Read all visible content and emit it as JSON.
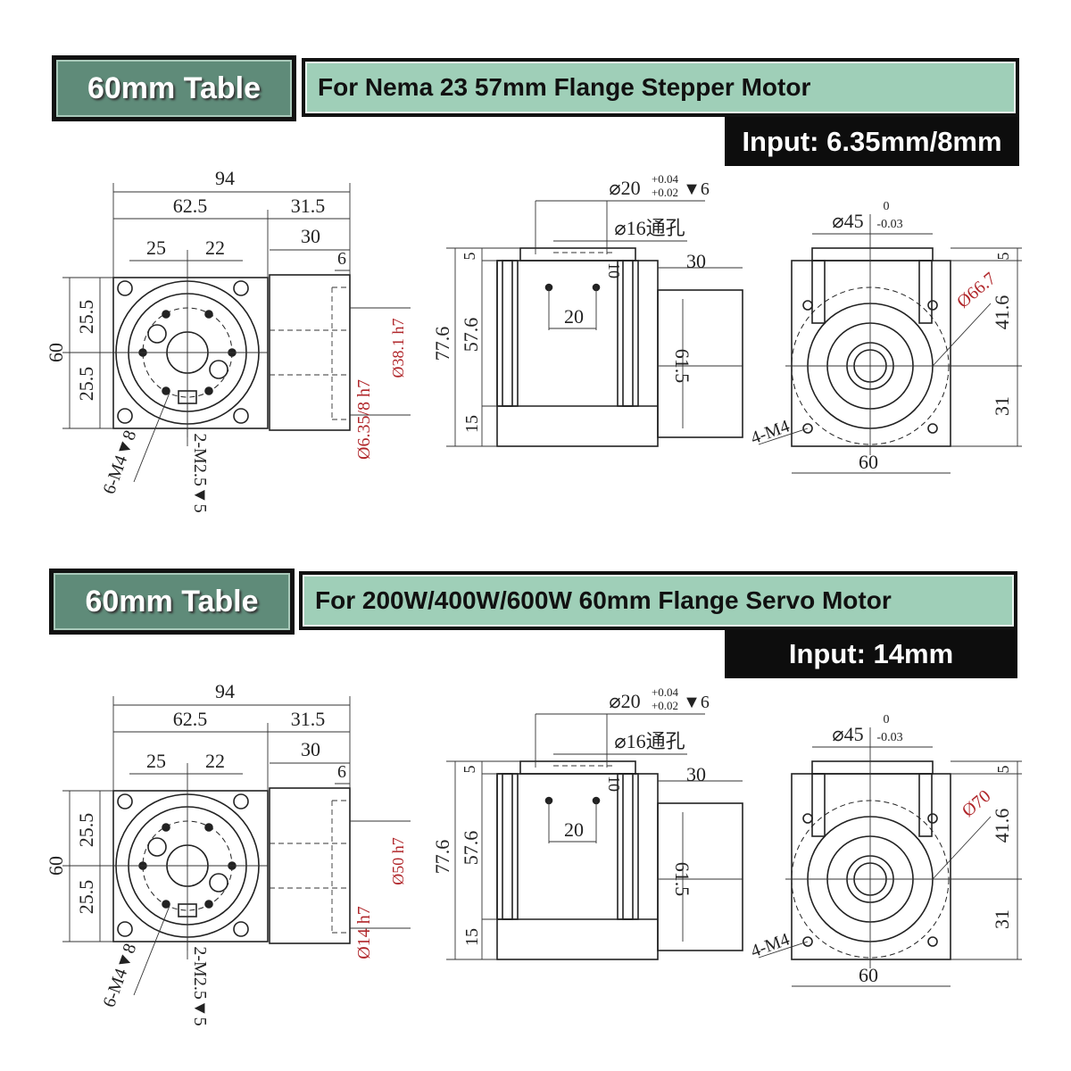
{
  "colors": {
    "badge": "#5f8b79",
    "title_bg": "#9fcfb8",
    "input_bg": "#0d0d0d",
    "dimension_red": "#b0262a"
  },
  "panels": [
    {
      "badge": "60mm Table",
      "title": "For Nema 23 57mm Flange Stepper Motor",
      "input": "Input: 6.35mm/8mm",
      "left_view": {
        "d94": "94",
        "d62_5": "62.5",
        "d31_5": "31.5",
        "d30": "30",
        "d6": "6",
        "d25": "25",
        "d22": "22",
        "d25_5a": "25.5",
        "d25_5b": "25.5",
        "d60": "60",
        "holes_a": "6-M4▼8",
        "holes_b": "2-M2.5▼5",
        "red_outer": "Ø38.1 h7",
        "red_shaft": "Ø6.35/8 h7"
      },
      "side_view": {
        "bore": "⌀20",
        "tol_upper": "+0.04",
        "tol_lower": "+0.02",
        "depth": "▼6",
        "through": "⌀16通孔",
        "d30": "30",
        "d5": "5",
        "d77_6": "77.6",
        "d57_6": "57.6",
        "d15": "15",
        "d10": "10",
        "d20": "20",
        "d61_5": "61.5"
      },
      "front_view": {
        "d45": "⌀45",
        "tol_upper": "0",
        "tol_lower": "-0.03",
        "red_pcd": "Ø66.7",
        "d5": "5",
        "d41_6": "41.6",
        "d31": "31",
        "holes": "4-M4",
        "d60": "60"
      }
    },
    {
      "badge": "60mm Table",
      "title": "For 200W/400W/600W 60mm Flange Servo Motor",
      "input": "Input: 14mm",
      "left_view": {
        "d94": "94",
        "d62_5": "62.5",
        "d31_5": "31.5",
        "d30": "30",
        "d6": "6",
        "d25": "25",
        "d22": "22",
        "d25_5a": "25.5",
        "d25_5b": "25.5",
        "d60": "60",
        "holes_a": "6-M4▼8",
        "holes_b": "2-M2.5▼5",
        "red_outer": "Ø50 h7",
        "red_shaft": "Ø14 h7"
      },
      "side_view": {
        "bore": "⌀20",
        "tol_upper": "+0.04",
        "tol_lower": "+0.02",
        "depth": "▼6",
        "through": "⌀16通孔",
        "d30": "30",
        "d5": "5",
        "d77_6": "77.6",
        "d57_6": "57.6",
        "d15": "15",
        "d10": "10",
        "d20": "20",
        "d61_5": "61.5"
      },
      "front_view": {
        "d45": "⌀45",
        "tol_upper": "0",
        "tol_lower": "-0.03",
        "red_pcd": "Ø70",
        "d5": "5",
        "d41_6": "41.6",
        "d31": "31",
        "holes": "4-M4",
        "d60": "60"
      }
    }
  ]
}
